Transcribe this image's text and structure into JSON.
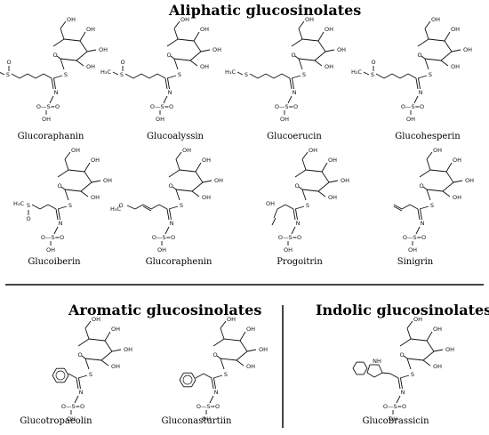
{
  "headings": {
    "aliphatic": "Aliphatic glucosinolates",
    "aromatic": "Aromatic glucosinolates",
    "indolic": "Indolic glucosinolates"
  },
  "atoms": {
    "hydroxyl": "OH",
    "oxygen": "O",
    "sulfur": "S",
    "nitrogen": "N",
    "sulfonate": "O—S=O",
    "methyl": "H₃C",
    "methyl_alt": "H₃C",
    "indole_nh": "NH"
  },
  "compounds": {
    "glucoraphanin": "Glucoraphanin",
    "glucoalyssin": "Glucoalyssin",
    "glucoerucin": "Glucoerucin",
    "glucohesperin": "Glucohesperin",
    "glucoiberin": "Glucoiberin",
    "glucoraphenin": "Glucoraphenin",
    "progoitrin": "Progoitrin",
    "sinigrin": "Sinigrin",
    "glucotropaeolin": "Glucotropaeolin",
    "gluconasturtiin": "Gluconasturtiin",
    "glucobrassicin": "Glucobrassicin"
  }
}
